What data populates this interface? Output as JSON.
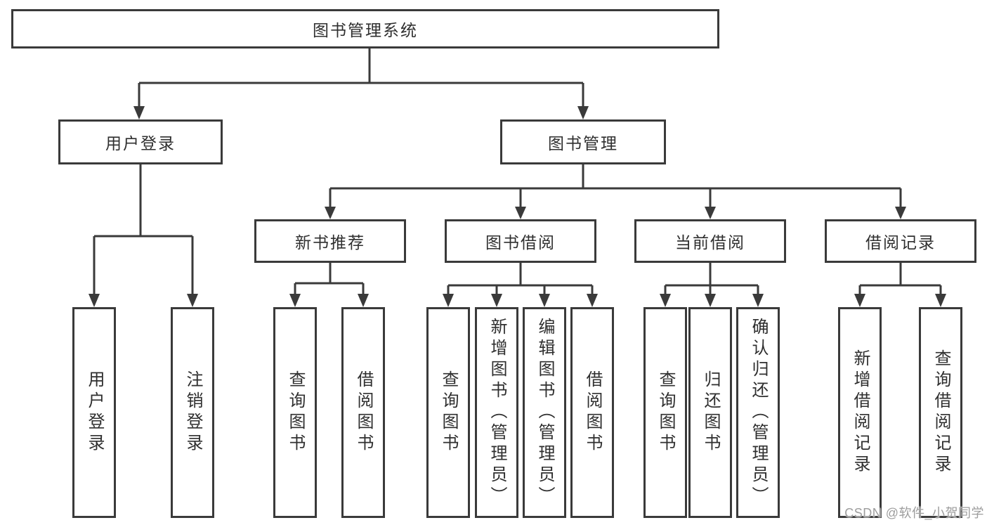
{
  "diagram": {
    "root": "图书管理系统",
    "branches": {
      "user_login": {
        "label": "用户登录",
        "children": [
          "用户登录",
          "注销登录"
        ]
      },
      "book_management": {
        "label": "图书管理",
        "sections": {
          "new_book": {
            "label": "新书推荐",
            "children": [
              "查询图书",
              "借阅图书"
            ]
          },
          "book_borrow": {
            "label": "图书借阅",
            "children": [
              "查询图书",
              "新增图书（管理员）",
              "编辑图书（管理员）",
              "借阅图书"
            ]
          },
          "current_borrow": {
            "label": "当前借阅",
            "children": [
              "查询图书",
              "归还图书",
              "确认归还（管理员）"
            ]
          },
          "borrow_records": {
            "label": "借阅记录",
            "children": [
              "新增借阅记录",
              "查询借阅记录"
            ]
          }
        }
      }
    }
  },
  "watermark": {
    "text": "CSDN @软件_小贺同学"
  },
  "colors": {
    "line": "#3a3a3a",
    "text": "#2f2f2f",
    "watermark": "#9d9d9d",
    "background": "#ffffff"
  }
}
